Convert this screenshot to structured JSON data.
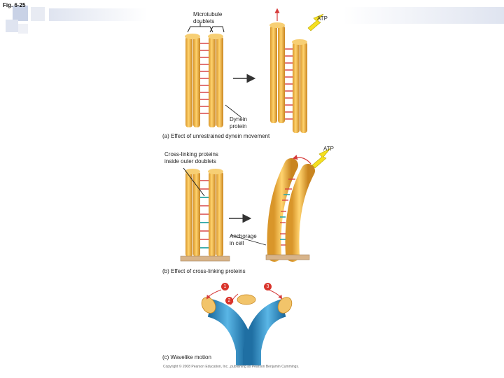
{
  "figure": {
    "id": "Fig. 6-25",
    "panel_a": {
      "caption": "(a) Effect of unrestrained dynein movement",
      "doublets_label_1": "Microtubule",
      "doublets_label_2": "doublets",
      "dynein_label_1": "Dynein",
      "dynein_label_2": "protein",
      "atp_label": "ATP"
    },
    "panel_b": {
      "caption": "(b) Effect of cross-linking proteins",
      "crosslink_label_1": "Cross-linking proteins",
      "crosslink_label_2": "inside outer doublets",
      "anchorage_label_1": "Anchorage",
      "anchorage_label_2": "in cell",
      "atp_label": "ATP"
    },
    "panel_c": {
      "caption": "(c) Wavelike motion",
      "step_1": "1",
      "step_2": "2",
      "step_3": "3"
    },
    "copyright": "Copyright © 2008 Pearson Education, Inc., publishing as Pearson Benjamin Cummings."
  },
  "colors": {
    "tubule": "#f2b544",
    "tubule_edge": "#c7861d",
    "dynein": "#d63b3b",
    "crosslink": "#2aa6a6",
    "atp": "#f5e020",
    "cilia": "#2b8fc7",
    "arrow": "#333333"
  }
}
